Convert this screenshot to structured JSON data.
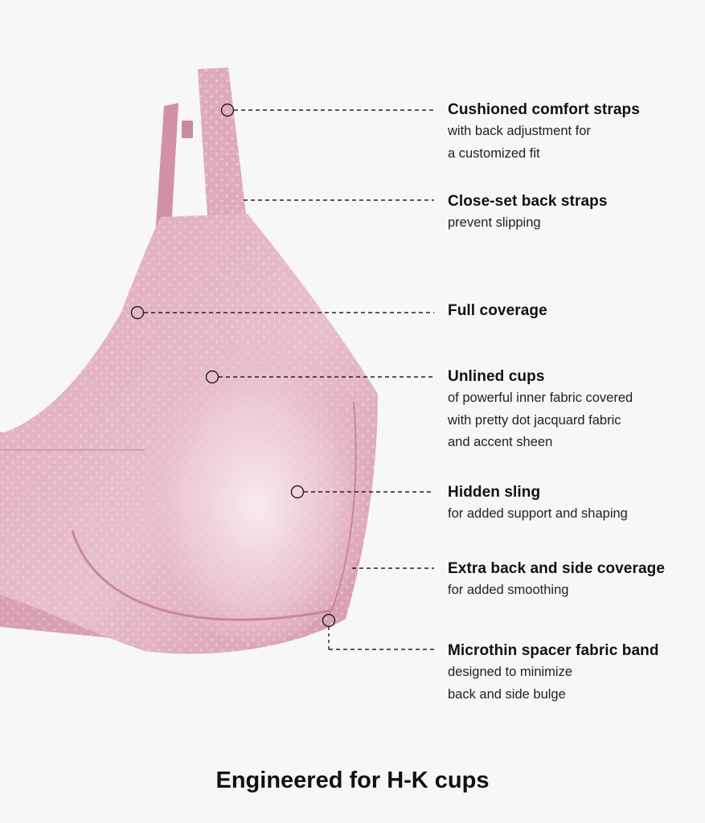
{
  "features": [
    {
      "title": "Cushioned comfort straps",
      "lines": [
        "with back adjustment for",
        "a customized fit"
      ]
    },
    {
      "title": "Close-set back straps",
      "lines": [
        "prevent slipping"
      ]
    },
    {
      "title": "Full coverage",
      "lines": []
    },
    {
      "title": "Unlined cups",
      "lines": [
        "of powerful inner fabric covered",
        "with pretty dot jacquard fabric",
        "and accent sheen"
      ]
    },
    {
      "title": "Hidden sling",
      "lines": [
        "for added support and shaping"
      ]
    },
    {
      "title": "Extra back and side coverage",
      "lines": [
        "for added smoothing"
      ]
    },
    {
      "title": "Microthin spacer fabric band",
      "lines": [
        "designed to minimize",
        "back and side bulge"
      ]
    }
  ],
  "footer": {
    "title": "Engineered for H-K cups"
  },
  "colors": {
    "background": "#f7f7f7",
    "fabric": "#dca3b7",
    "fabric_shadow": "#c98aa0",
    "sheen": "#f6e3ea",
    "text": "#111111",
    "callout_line": "#222222"
  }
}
